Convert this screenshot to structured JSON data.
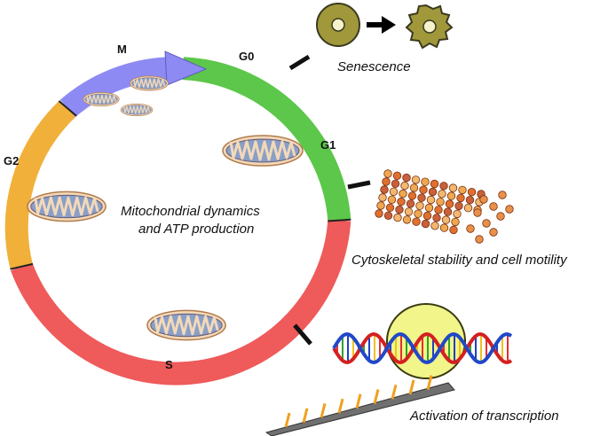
{
  "cycle": {
    "phases": {
      "m": "M",
      "g0": "G0",
      "g1": "G1",
      "g2": "G2",
      "s": "S"
    },
    "colors": {
      "m": "#8d8bf3",
      "g0_g1": "#5cc74a",
      "s": "#ef5a5a",
      "g2": "#f0b03a",
      "mito_fill": "#8a9fc8",
      "mito_outer": "#f3d9b8"
    }
  },
  "center_label": {
    "line1": "Mitochondrial dynamics",
    "line2": "and ATP production"
  },
  "callouts": {
    "senescence": "Senescence",
    "cytoskeleton": "Cytoskeletal stability and cell motility",
    "transcription": "Activation of transcription"
  },
  "icons": [
    "senescent-cell-icon",
    "microtubule-icon",
    "dna-polymerase-icon",
    "mitochondrion-icon"
  ]
}
